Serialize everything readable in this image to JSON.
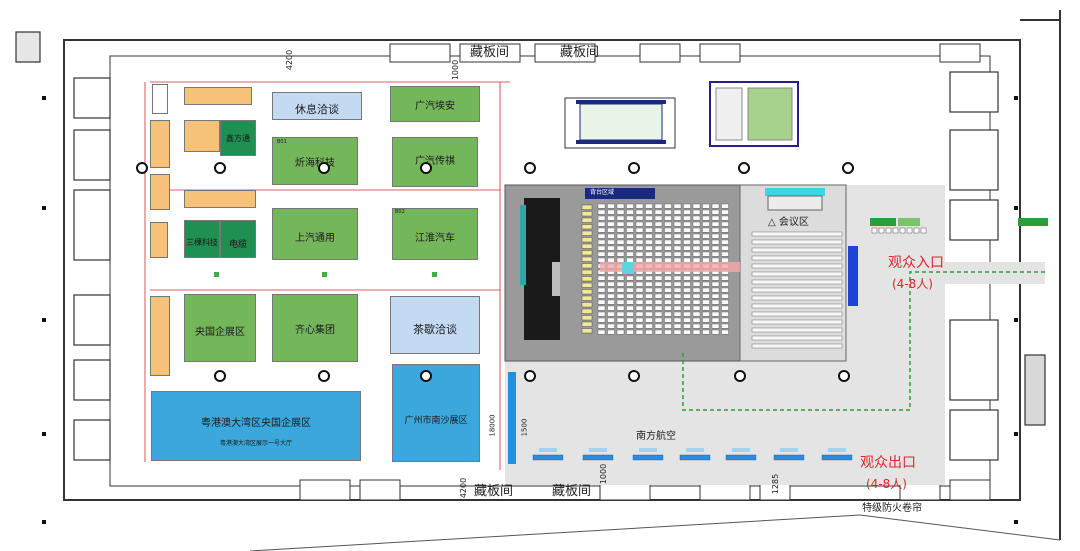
{
  "storage": {
    "top_left": "藏板间",
    "top_right": "藏板间",
    "bottom_left": "藏板间",
    "bottom_right": "藏板间"
  },
  "dimensions": {
    "d4200_top": "4200",
    "d1000_top": "1000",
    "d4200_bottom": "4200",
    "d1000_bottom": "1000",
    "d1285": "1285",
    "d18000": "18000",
    "d1500": "1500"
  },
  "booths": {
    "rest_area": "休息洽谈",
    "gac_hyan": "广汽埃安",
    "xinfangtong": "鑫方通",
    "xuanhai": "炘海科技",
    "gac_media": "广汽传祺",
    "saic_gm": "上汽通用",
    "jac": "江淮汽车",
    "sanbei": "三棵科技",
    "dianlan": "电缆",
    "central_soe": "央国企展区",
    "qixin": "齐心集团",
    "tea": "茶歇洽谈",
    "gba_soe": "粤港澳大湾区央国企展区",
    "gba_soe_sub": "粤港澳大湾区展示一号大厅",
    "guangzhou_nansha": "广州市南沙展区"
  },
  "hall": {
    "stage_label": "背台区域",
    "conference_label": "△ 会议区",
    "airline": "南方航空",
    "booth_no_1": "B01",
    "booth_no_2": "B02"
  },
  "entrance": {
    "in_label": "观众入口",
    "in_count": "(4-8人)",
    "out_label": "观众出口",
    "out_count": "(4-8人)"
  },
  "bottom_note": "特级防火卷帘",
  "colors": {
    "booth_green": "#74b65a",
    "booth_dark_green": "#1f8f52",
    "booth_blue": "#3aa8dc",
    "booth_light_blue": "#c4daf3",
    "booth_orange": "#f6c27a",
    "route_green": "#2e9e3a",
    "entrance_red": "#d8262a",
    "hall_gray": "#9a9a9a"
  }
}
